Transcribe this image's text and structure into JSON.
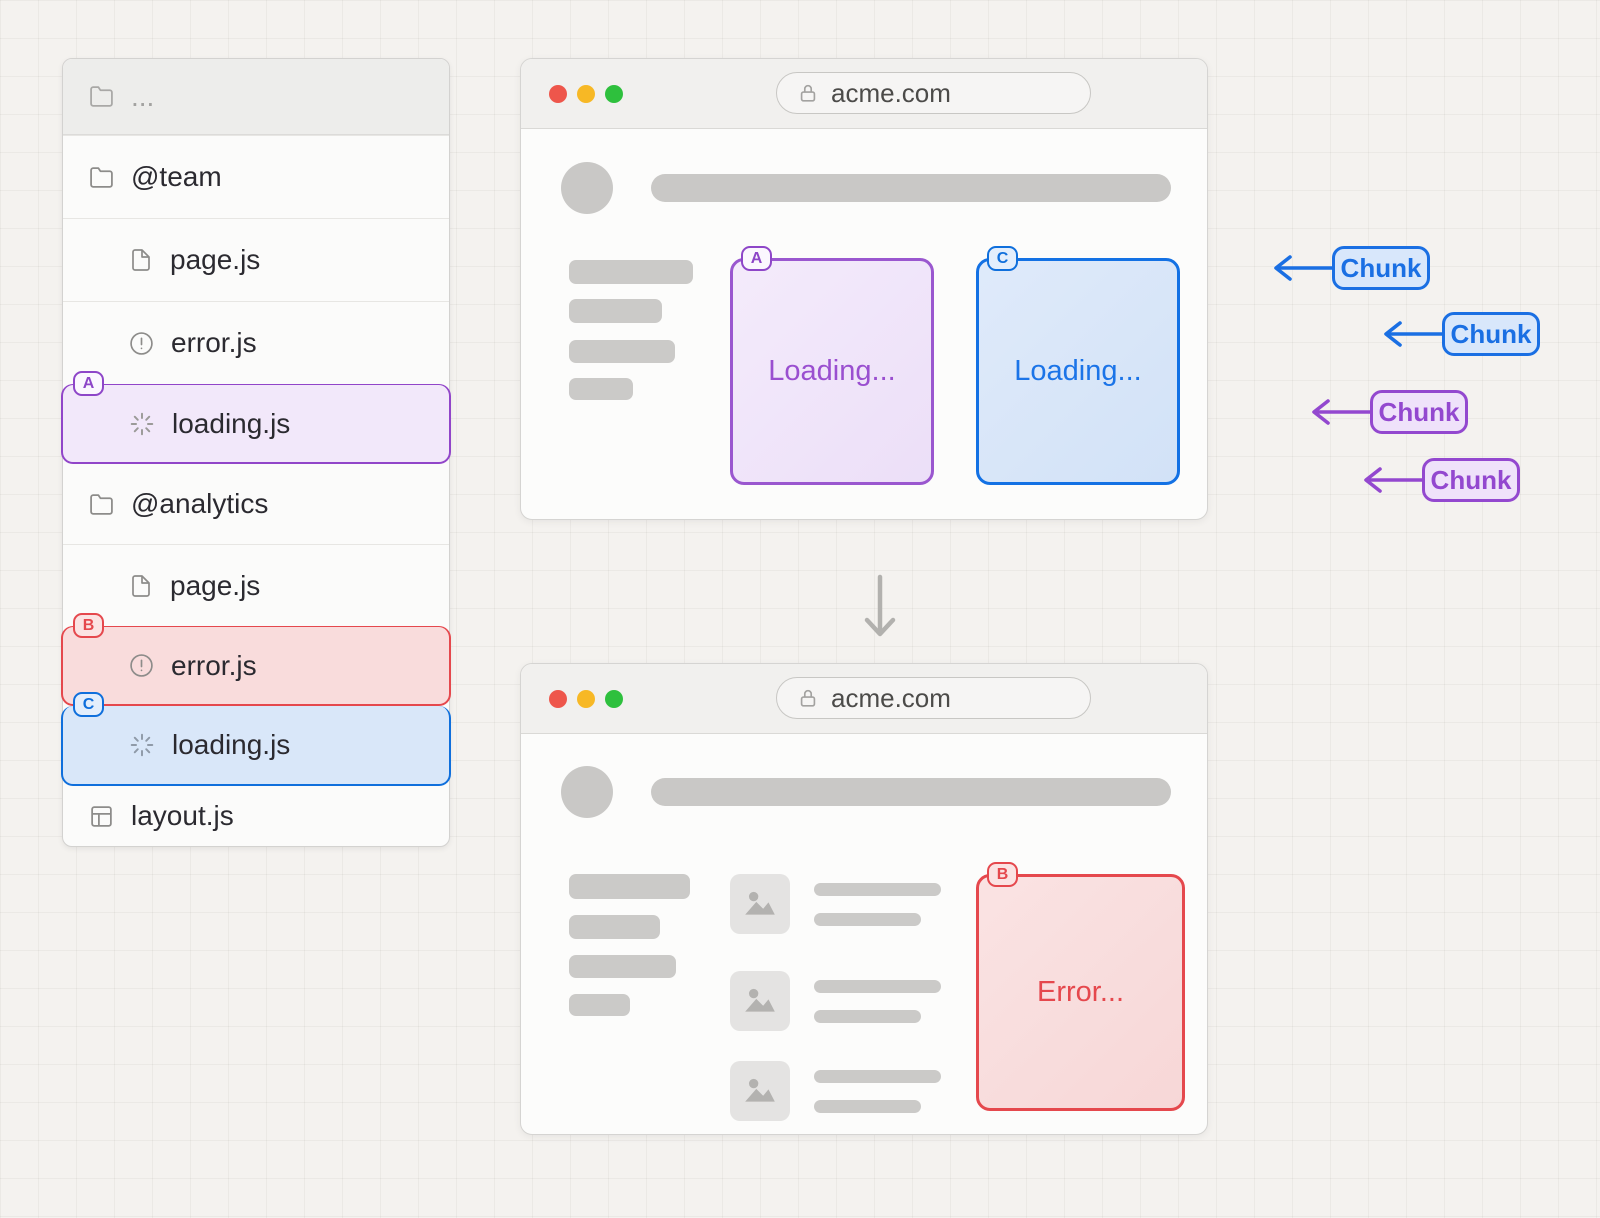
{
  "file_tree": {
    "rows": [
      {
        "label": "...",
        "icon": "folder"
      },
      {
        "label": "@team",
        "icon": "folder"
      },
      {
        "label": "page.js",
        "icon": "file"
      },
      {
        "label": "error.js",
        "icon": "alert"
      },
      {
        "label": "loading.js",
        "icon": "spinner",
        "badge": "A",
        "highlight": "purple"
      },
      {
        "label": "@analytics",
        "icon": "folder"
      },
      {
        "label": "page.js",
        "icon": "file"
      },
      {
        "label": "error.js",
        "icon": "alert",
        "badge": "B",
        "highlight": "red"
      },
      {
        "label": "loading.js",
        "icon": "spinner",
        "badge": "C",
        "highlight": "blue"
      },
      {
        "label": "layout.js",
        "icon": "layout"
      }
    ]
  },
  "top_browser": {
    "url": "acme.com",
    "slot_a": {
      "badge": "A",
      "label": "Loading..."
    },
    "slot_c": {
      "badge": "C",
      "label": "Loading..."
    }
  },
  "bottom_browser": {
    "url": "acme.com",
    "slot_b": {
      "badge": "B",
      "label": "Error..."
    }
  },
  "chunk_labels": [
    {
      "label": "Chunk",
      "color": "blue"
    },
    {
      "label": "Chunk",
      "color": "blue"
    },
    {
      "label": "Chunk",
      "color": "purple"
    },
    {
      "label": "Chunk",
      "color": "purple"
    }
  ],
  "colors": {
    "purple": "#9145c9",
    "blue": "#0f6fdc",
    "red": "#e5484d",
    "skeleton_gray": "#cbcac8",
    "traffic_red": "#ee564b",
    "traffic_yellow": "#f7b825",
    "traffic_green": "#2ec03d"
  }
}
